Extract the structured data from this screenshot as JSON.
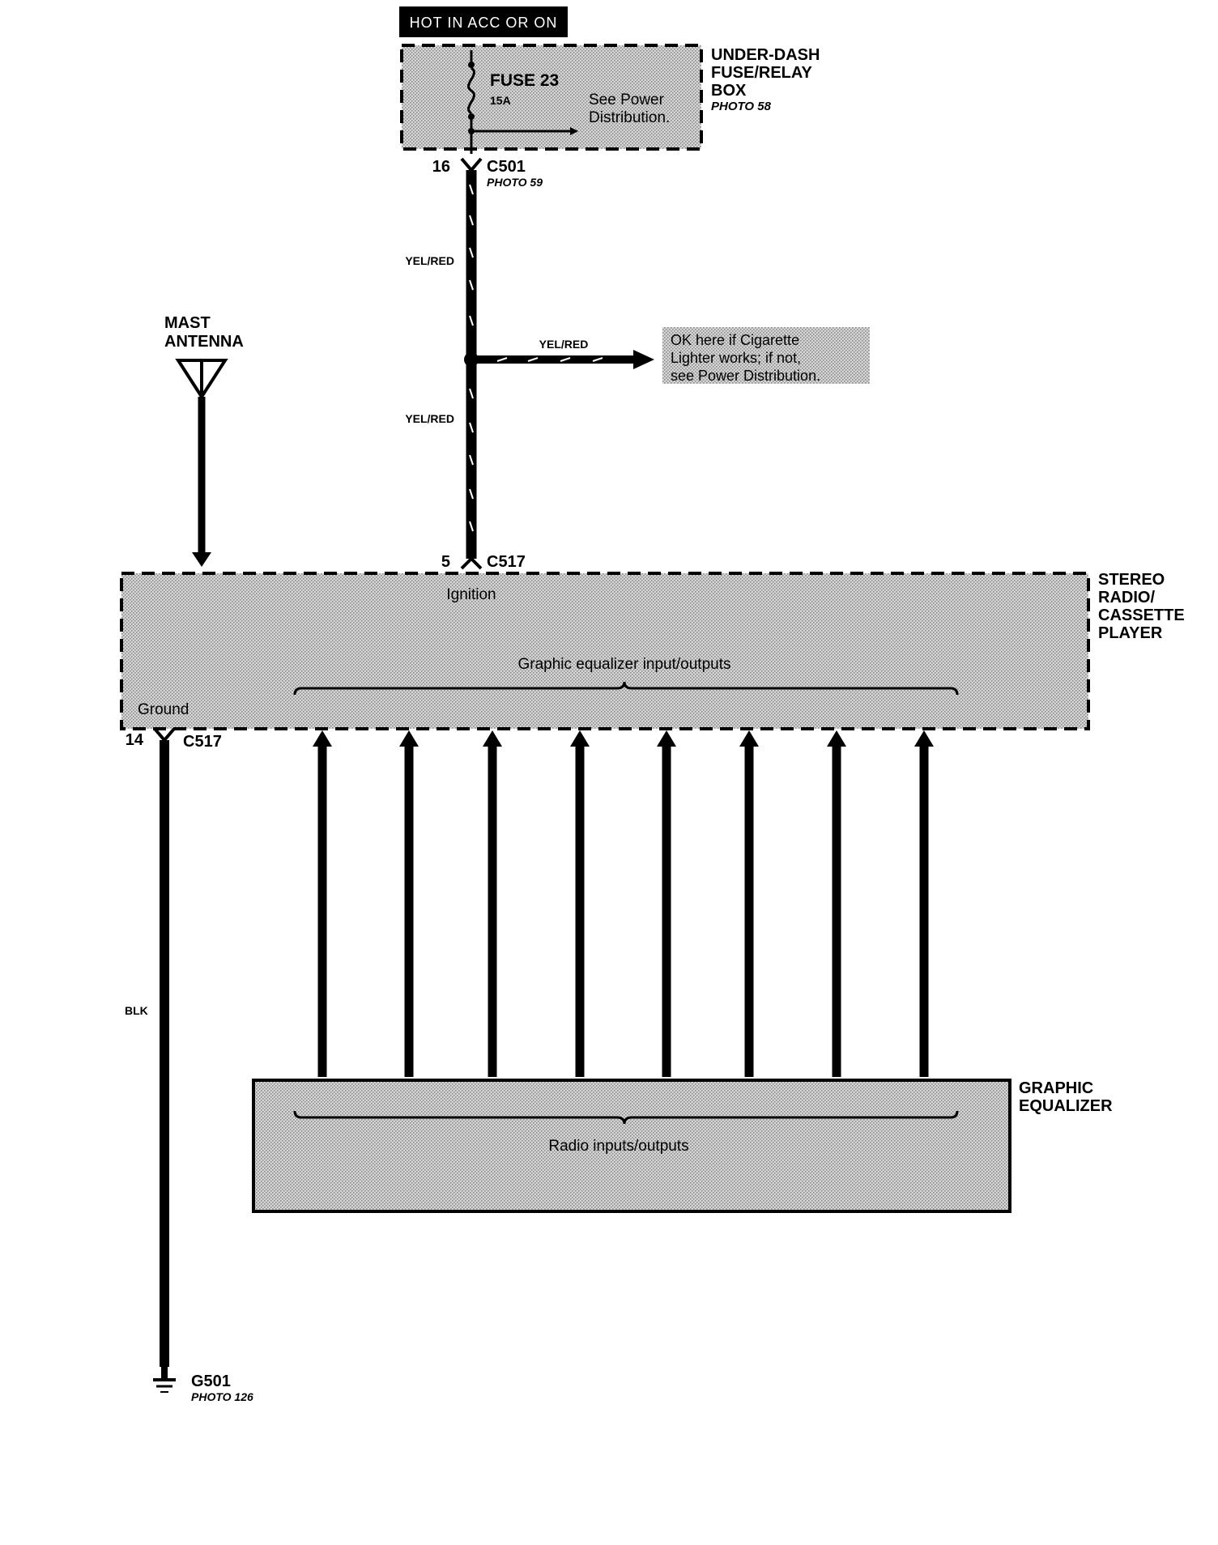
{
  "power_banner": "HOT IN ACC OR ON",
  "fuse_box": {
    "title_lines": [
      "UNDER-DASH",
      "FUSE/RELAY",
      "BOX"
    ],
    "photo": "PHOTO 58",
    "fuse_name": "FUSE 23",
    "fuse_rating": "15A",
    "note_lines": [
      "See Power",
      "Distribution."
    ]
  },
  "connector_c501": {
    "pin": "16",
    "name": "C501",
    "photo": "PHOTO 59"
  },
  "wires": {
    "power_upper": "YEL/RED",
    "power_lower": "YEL/RED",
    "branch": "YEL/RED",
    "ground": "BLK"
  },
  "branch_note_lines": [
    "OK here if Cigarette",
    "Lighter works; if not,",
    "see Power Distribution."
  ],
  "antenna": {
    "lines": [
      "MAST",
      "ANTENNA"
    ]
  },
  "connector_c517_power": {
    "pin": "5",
    "name": "C517"
  },
  "radio": {
    "title_lines": [
      "STEREO",
      "RADIO/",
      "CASSETTE",
      "PLAYER"
    ],
    "ignition": "Ignition",
    "equalizer_io": "Graphic equalizer input/outputs",
    "ground": "Ground"
  },
  "connector_c517_ground": {
    "pin": "14",
    "name": "C517"
  },
  "equalizer": {
    "title_lines": [
      "GRAPHIC",
      "EQUALIZER"
    ],
    "radio_io": "Radio inputs/outputs"
  },
  "ground_point": {
    "name": "G501",
    "photo": "PHOTO 126"
  },
  "colors": {
    "ink": "#000000",
    "component_fill": "#c9c9c9",
    "paper": "#ffffff"
  },
  "icons": [
    "fuse-icon",
    "antenna-icon",
    "ground-icon",
    "splice-icon",
    "arrow-icon",
    "connector-icon"
  ]
}
